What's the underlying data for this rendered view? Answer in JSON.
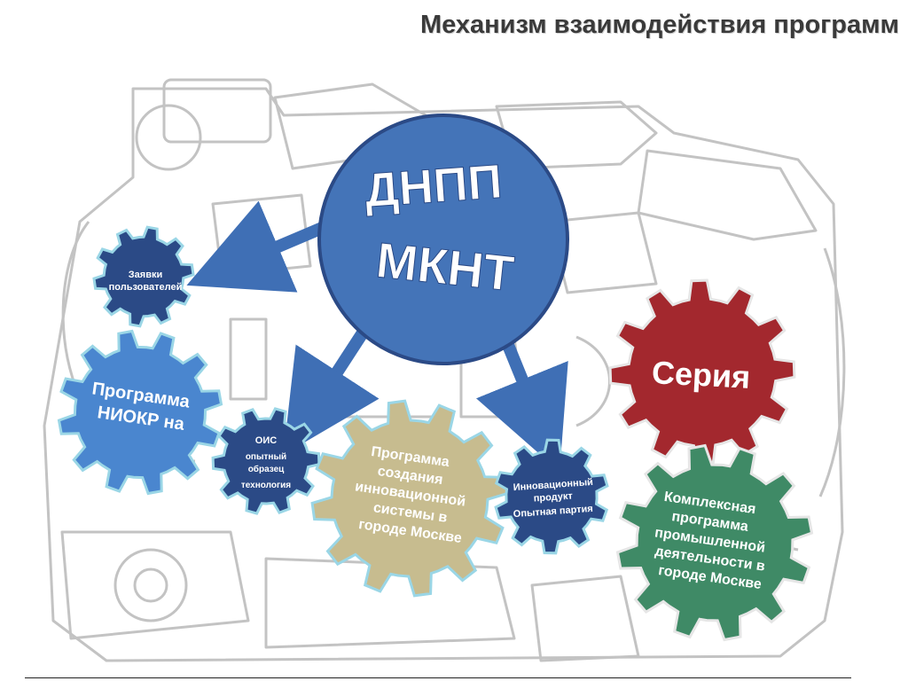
{
  "title": "Механизм взаимодействия программ",
  "colors": {
    "dark_blue": "#2b4a86",
    "light_blue": "#4a86cf",
    "tan": "#c7bc8f",
    "red": "#a3282e",
    "green": "#3f8a66",
    "hub_blue": "#4474b8",
    "arrow_blue": "#3f6fb5",
    "engine_sketch": "#bdbdbd"
  },
  "hub": {
    "line1": "ДНПП",
    "line2": "МКНТ"
  },
  "gears": {
    "user_requests": [
      "Заявки",
      "пользователей"
    ],
    "niokr": [
      "Программа",
      "НИОКР на"
    ],
    "ois": [
      "ОИС",
      "опытный",
      "образец",
      "технология"
    ],
    "innovation_system": [
      "Программа",
      "создания",
      "инновационной",
      "системы в",
      "городе Москве"
    ],
    "innovation_product": [
      "Инновационный",
      "продукт",
      "Опытная партия"
    ],
    "series": [
      "Серия"
    ],
    "industrial": [
      "Комплексная",
      "программа",
      "промышленной",
      "деятельности в",
      "городе Москве"
    ]
  }
}
